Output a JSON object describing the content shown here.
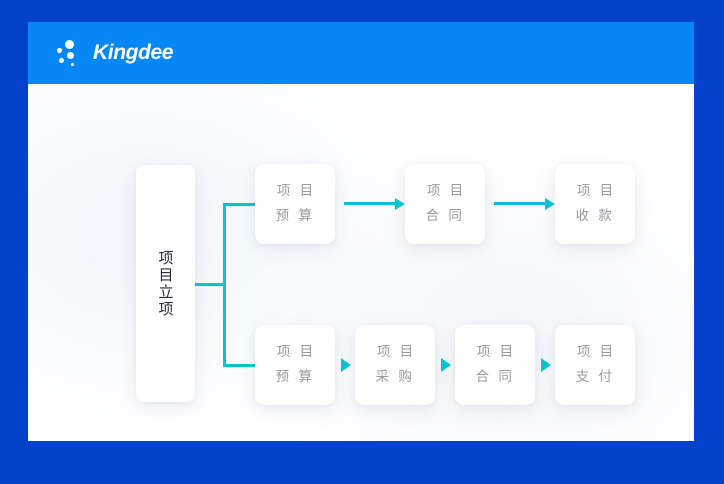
{
  "brand": {
    "name": "Kingdee",
    "logo_icon": "kingdee-dots-icon"
  },
  "colors": {
    "page_background": "#0542cc",
    "header_bar": "#0587f5",
    "card": "#ffffff",
    "connector": "#06c3cd",
    "node_text": "#9a9a9f",
    "root_text": "#2b2b3c"
  },
  "diagram": {
    "root": {
      "label": "项目立项",
      "orientation": "vertical"
    },
    "top_row": [
      {
        "label": "项  目\n预  算"
      },
      {
        "label": "项  目\n合  同"
      },
      {
        "label": "项  目\n收  款"
      }
    ],
    "bottom_row": [
      {
        "label": "项  目\n预  算"
      },
      {
        "label": "项  目\n采  购"
      },
      {
        "label": "项  目\n合  同"
      },
      {
        "label": "项  目\n支  付"
      }
    ],
    "connectors": {
      "bracket_icon": "branch-bracket-icon",
      "arrow_icon": "arrow-right-icon",
      "triangle_icon": "triangle-right-icon"
    }
  }
}
